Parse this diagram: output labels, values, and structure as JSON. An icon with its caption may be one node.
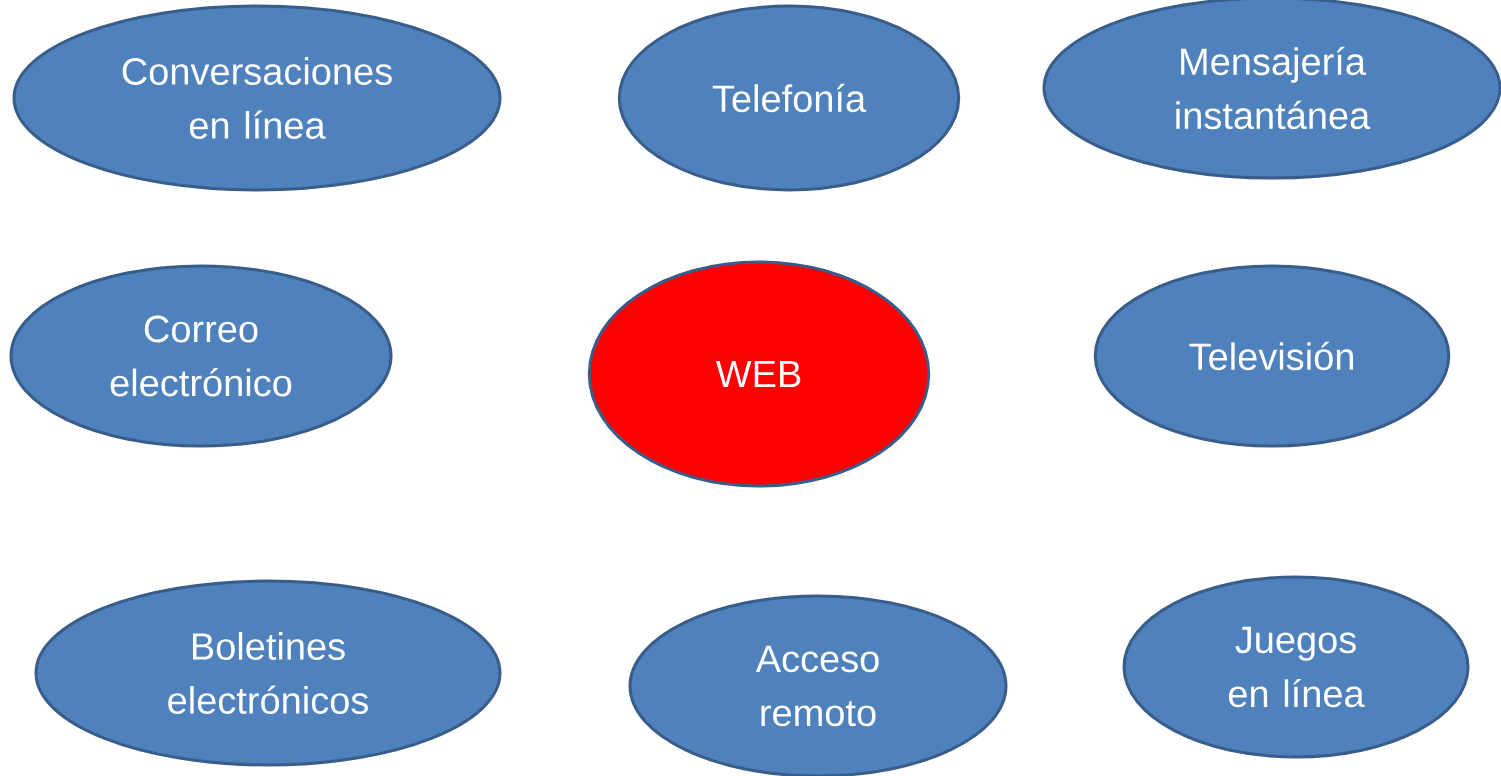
{
  "diagram": {
    "nodes": [
      {
        "text": [
          "Conversaciones en línea"
        ]
      },
      {
        "text": [
          "Telefonía"
        ]
      },
      {
        "text": [
          "Mensajería instantánea"
        ]
      },
      {
        "text": [
          "Correo electrónico"
        ]
      },
      {
        "text": [
          "WEB"
        ]
      },
      {
        "text": [
          "Televisión"
        ]
      },
      {
        "text": [
          "Boletines electrónicos"
        ]
      },
      {
        "text": [
          "Acceso remoto"
        ]
      },
      {
        "text": [
          "Juegos en línea"
        ]
      }
    ]
  }
}
